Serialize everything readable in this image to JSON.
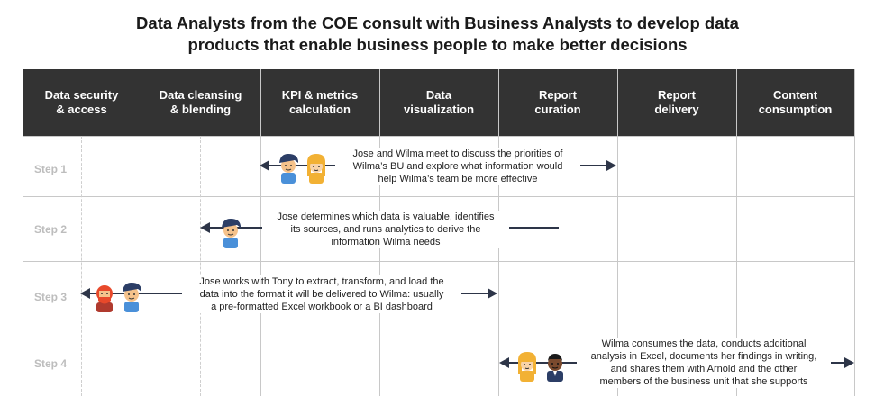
{
  "title": {
    "line1": "Data Analysts from the COE consult with Business Analysts to develop data",
    "line2": "products that enable business people to make better decisions"
  },
  "columns": [
    {
      "line1": "Data security",
      "line2": "& access"
    },
    {
      "line1": "Data cleansing",
      "line2": "& blending"
    },
    {
      "line1": "KPI & metrics",
      "line2": "calculation"
    },
    {
      "line1": "Data",
      "line2": "visualization"
    },
    {
      "line1": "Report",
      "line2": "curation"
    },
    {
      "line1": "Report",
      "line2": "delivery"
    },
    {
      "line1": "Content",
      "line2": "consumption"
    }
  ],
  "steps": [
    {
      "label": "Step 1",
      "lines": [
        "Jose and Wilma meet to discuss the priorities of",
        "Wilma’s BU and explore what information would",
        "help Wilma’s team be more effective"
      ]
    },
    {
      "label": "Step 2",
      "lines": [
        "Jose determines which data is valuable, identifies",
        "its sources, and runs analytics to derive the",
        "information Wilma needs"
      ]
    },
    {
      "label": "Step 3",
      "lines": [
        "Jose works with Tony to extract, transform, and load the",
        "data into the format it will be delivered to Wilma: usually",
        "a pre-formatted Excel workbook or a BI dashboard"
      ]
    },
    {
      "label": "Step 4",
      "lines": [
        "Wilma consumes the data, conducts additional",
        "analysis in Excel, documents her findings in writing,",
        "and shares them with Arnold and the other",
        "members of the business unit that she supports"
      ]
    }
  ],
  "people": {
    "jose": "jose-avatar-icon",
    "wilma": "wilma-avatar-icon",
    "tony": "tony-avatar-icon",
    "arnold": "arnold-avatar-icon"
  },
  "colors": {
    "header_bg": "#333333",
    "arrow": "#2d3548",
    "grid": "#c8c8c8",
    "step_label": "#bdbdbd",
    "jose_hair": "#2c3e66",
    "jose_shirt": "#4a90d9",
    "wilma_hair": "#f2b134",
    "tony_hair": "#e8492b",
    "arnold_skin": "#7a4a2e"
  }
}
